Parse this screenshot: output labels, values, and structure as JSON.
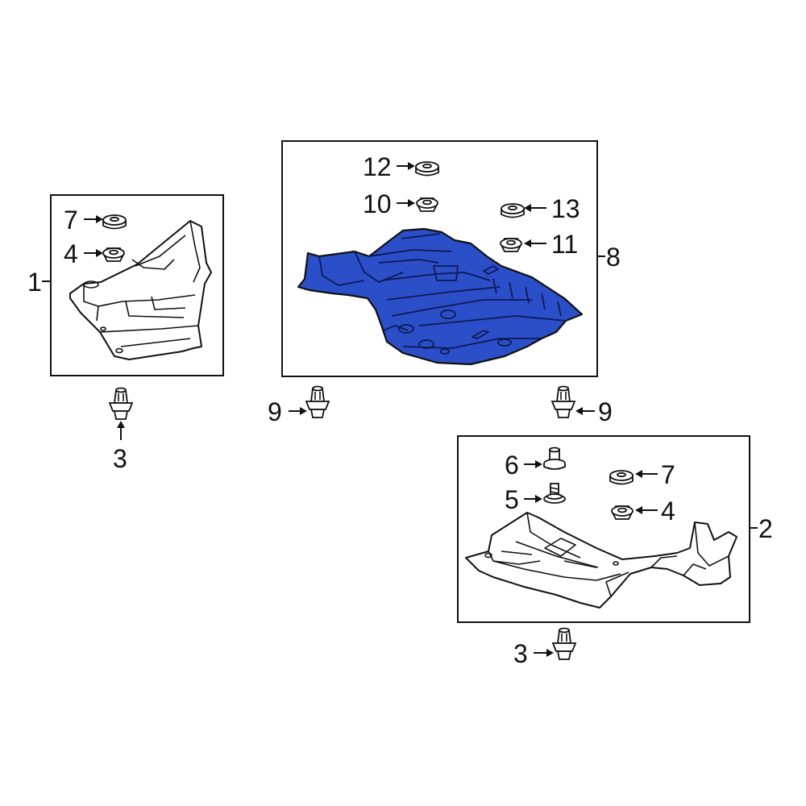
{
  "diagram": {
    "highlight_color": "#2a4fc8",
    "callouts": {
      "left_shield": "1",
      "right_shield": "2",
      "left_bottom_clip": "3",
      "right_bottom_clip": "3",
      "left_box_nut": "4",
      "right_box_nut": "4",
      "right_box_screw": "5",
      "right_box_bolt": "6",
      "left_box_grommet": "7",
      "right_box_grommet": "7",
      "center_shield": "8",
      "center_left_clip": "9",
      "center_right_clip": "9",
      "center_nut_10": "10",
      "center_nut_11": "11",
      "center_nut_12": "12",
      "center_nut_13": "13"
    }
  }
}
